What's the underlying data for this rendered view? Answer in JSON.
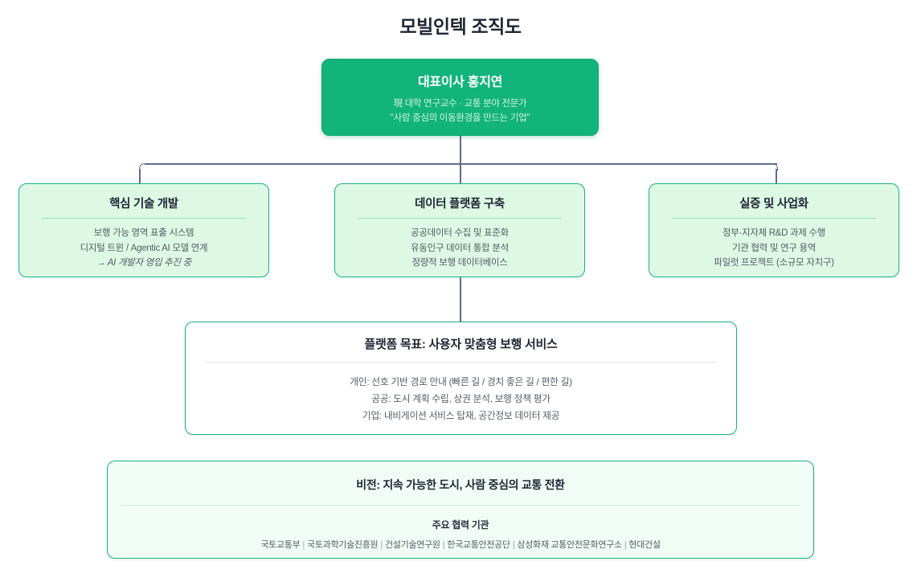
{
  "page": {
    "title": "모빌인텍 조직도"
  },
  "ceo": {
    "title": "대표이사 홍지연",
    "subtitle_line1": "現 대학 연구교수 · 교통 분야 전문가",
    "subtitle_line2": "\"사람 중심의 이동환경을 만드는 기업\""
  },
  "divisions": [
    {
      "title": "핵심 기술 개발",
      "lines": [
        {
          "text": "보행 가능 영역 표출 시스템",
          "style": "normal"
        },
        {
          "text": "디지털 트윈 / Agentic AI 모델 연계",
          "style": "normal"
        },
        {
          "text": "→ AI 개발자 영입 추진 중",
          "style": "italic"
        }
      ]
    },
    {
      "title": "데이터 플랫폼 구축",
      "lines": [
        {
          "text": "공공데이터 수집 및 표준화",
          "style": "normal"
        },
        {
          "text": "유동인구 데이터 통합 분석",
          "style": "normal"
        },
        {
          "text": "정량적 보행 데이터베이스",
          "style": "normal"
        }
      ]
    },
    {
      "title": "실증 및 사업화",
      "lines": [
        {
          "text": "정부·지자체 R&D 과제 수행",
          "style": "normal"
        },
        {
          "text": "기관 협력 및 연구 용역",
          "style": "normal"
        },
        {
          "text": "파일럿 프로젝트 (소규모 자치구)",
          "style": "normal"
        }
      ]
    }
  ],
  "platform": {
    "title": "플랫폼 목표: 사용자 맞춤형 보행 서비스",
    "lines": [
      "개인: 선호 기반 경로 안내 (빠른 길 / 경치 좋은 길 / 편한 길)",
      "공공: 도시 계획 수립, 상권 분석, 보행 정책 평가",
      "기업: 내비게이션 서비스 탑재, 공간정보 데이터 제공"
    ]
  },
  "vision": {
    "title": "비전: 지속 가능한 도시, 사람 중심의 교통 전환",
    "partners_heading": "주요 협력 기관",
    "partners": [
      "국토교통부",
      "국토과학기술진흥원",
      "건설기술연구원",
      "한국교통안전공단",
      "삼성화재 교통안전문화연구소",
      "현대건설"
    ],
    "partner_separator": "|"
  },
  "colors": {
    "brand_green": "#13b47c",
    "border_green": "#16b47f",
    "light_green_fill": "#ddf8e5",
    "mint_fill": "#f2fcf6",
    "connector": "#5d6d8b",
    "heading_text": "#1f2633",
    "body_text": "#565c68"
  }
}
